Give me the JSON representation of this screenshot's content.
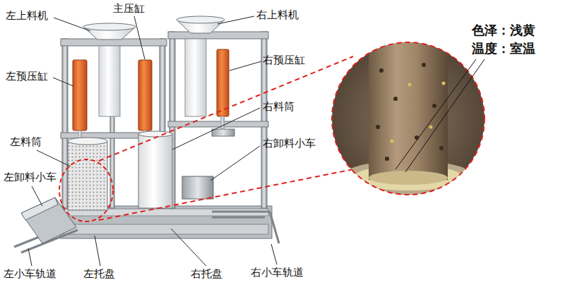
{
  "diagram": {
    "labels": [
      "左上料机",
      "主压缸",
      "右上料机",
      "色泽：浅黄",
      "温度：室温",
      "左预压缸",
      "右预压缸",
      "右料筒",
      "左料筒",
      "右卸料小车",
      "左卸料小车",
      "左小车轨道",
      "左托盘",
      "右托盘",
      "右小车轨道"
    ]
  }
}
